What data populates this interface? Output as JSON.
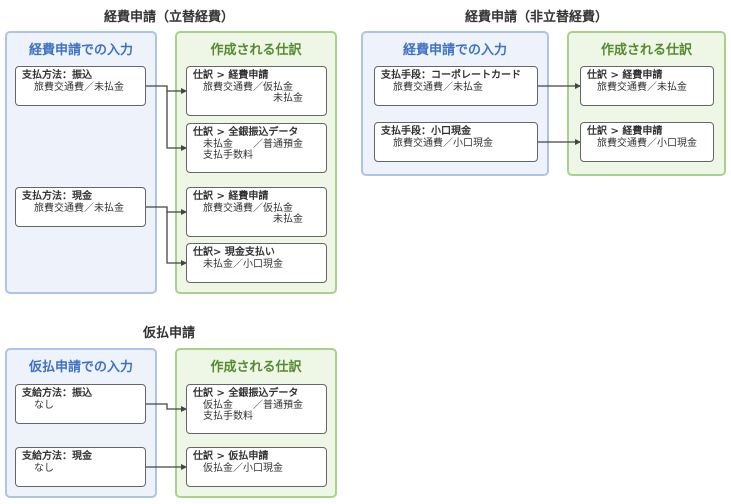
{
  "sections": [
    {
      "title": "経費申請（立替経費）",
      "input_panel": {
        "label": "経費申請での入力",
        "items": [
          {
            "heading": "支払方法：振込",
            "lines": [
              "旅費交通費／未払金"
            ]
          },
          {
            "heading": "支払方法：現金",
            "lines": [
              "旅費交通費／未払金"
            ]
          }
        ]
      },
      "output_panel": {
        "label": "作成される仕訳",
        "items": [
          {
            "heading": "仕訳 > 経費申請",
            "lines": [
              "旅費交通費／仮払金",
              "　　　　　　　未払金"
            ]
          },
          {
            "heading": "仕訳 > 全銀振込データ",
            "lines": [
              "未払金　　／普通預金",
              "支払手数料"
            ]
          },
          {
            "heading": "仕訳 > 経費申請",
            "lines": [
              "旅費交通費／仮払金",
              "　　　　　　　未払金"
            ]
          },
          {
            "heading": "仕訳> 現金支払い",
            "lines": [
              "未払金／小口現金"
            ]
          }
        ]
      }
    },
    {
      "title": "経費申請（非立替経費）",
      "input_panel": {
        "label": "経費申請での入力",
        "items": [
          {
            "heading": "支払手段：コーポレートカード",
            "lines": [
              "旅費交通費／未払金"
            ]
          },
          {
            "heading": "支払手段：小口現金",
            "lines": [
              "旅費交通費／小口現金"
            ]
          }
        ]
      },
      "output_panel": {
        "label": "作成される仕訳",
        "items": [
          {
            "heading": "仕訳 > 経費申請",
            "lines": [
              "旅費交通費／未払金"
            ]
          },
          {
            "heading": "仕訳 > 経費申請",
            "lines": [
              "旅費交通費／小口現金"
            ]
          }
        ]
      }
    },
    {
      "title": "仮払申請",
      "input_panel": {
        "label": "仮払申請での入力",
        "items": [
          {
            "heading": "支給方法：振込",
            "lines": [
              "なし"
            ]
          },
          {
            "heading": "支給方法：現金",
            "lines": [
              "なし"
            ]
          }
        ]
      },
      "output_panel": {
        "label": "作成される仕訳",
        "items": [
          {
            "heading": "仕訳 > 全銀振込データ",
            "lines": [
              "仮払金　　／普通預金",
              "支払手数料"
            ]
          },
          {
            "heading": "仕訳 > 仮払申請",
            "lines": [
              "仮払金／小口現金"
            ]
          }
        ]
      }
    }
  ],
  "colors": {
    "input_panel_fill": "#eef3fb",
    "input_panel_border": "#aec4e6",
    "input_panel_heading": "#3e72c4",
    "output_panel_fill": "#eef6e6",
    "output_panel_border": "#a9d18e",
    "output_panel_heading": "#568a2f",
    "connector": "#444444"
  }
}
